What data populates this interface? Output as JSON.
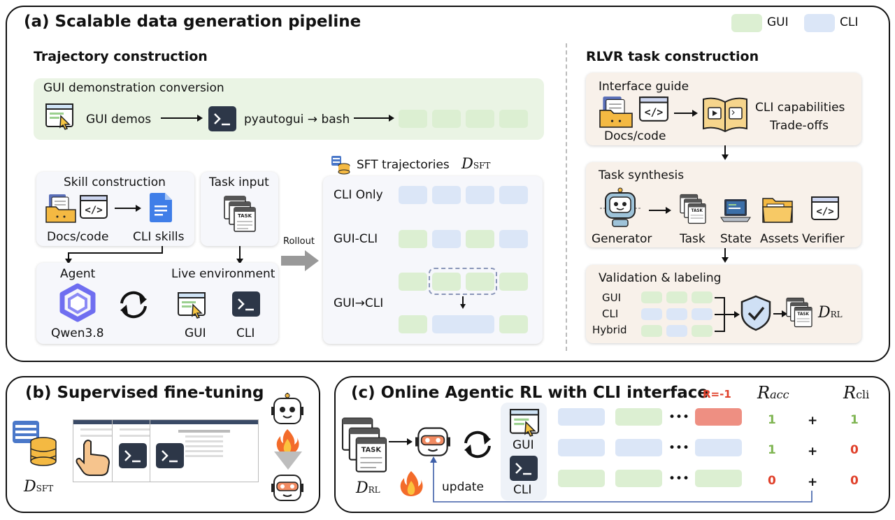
{
  "legend": {
    "gui": "GUI",
    "cli": "CLI",
    "colors": {
      "gui": "#dcefd2",
      "cli": "#dbe6f7",
      "reward_fail": "#ee8f82"
    }
  },
  "panel_a": {
    "title": "(a) Scalable data generation pipeline",
    "trajectory": {
      "heading": "Trajectory construction",
      "conversion": {
        "title": "GUI demonstration conversion",
        "demos": "GUI demos",
        "convert": "pyautogui → bash"
      },
      "skill": {
        "title": "Skill construction",
        "docs": "Docs/code",
        "skills": "CLI skills"
      },
      "task_input": {
        "title": "Task input"
      },
      "agent": {
        "title": "Agent",
        "model": "Qwen3.8"
      },
      "live_env": {
        "title": "Live environment",
        "gui": "GUI",
        "cli": "CLI"
      },
      "rollout": "Rollout",
      "sft": {
        "title": "SFT trajectories",
        "symbol": "D",
        "sub": "SFT",
        "rows": [
          "CLI Only",
          "GUI-CLI",
          "GUI→CLI"
        ]
      }
    },
    "rlvr": {
      "heading": "RLVR task construction",
      "interface": {
        "title": "Interface guide",
        "docs": "Docs/code",
        "cap1": "CLI capabilities",
        "cap2": "Trade-offs"
      },
      "synthesis": {
        "title": "Task synthesis",
        "items": [
          "Generator",
          "Task",
          "State",
          "Assets",
          "Verifier"
        ]
      },
      "validation": {
        "title": "Validation & labeling",
        "rows": [
          "GUI",
          "CLI",
          "Hybrid"
        ],
        "symbol": "D",
        "sub": "RL"
      }
    }
  },
  "panel_b": {
    "title": "(b) Supervised fine-tuning",
    "symbol": "D",
    "sub": "SFT"
  },
  "panel_c": {
    "title": "(c) Online Agentic RL with CLI interface",
    "reward_label": "R=-1",
    "racc": {
      "symbol": "R",
      "sub": "acc"
    },
    "rcli": {
      "symbol": "R",
      "sub": "cli"
    },
    "update": "update",
    "gui": "GUI",
    "cli": "CLI",
    "drl": {
      "symbol": "D",
      "sub": "RL"
    },
    "ellipsis": "•••",
    "plus": "+",
    "rewards": [
      [
        "1",
        "1"
      ],
      [
        "1",
        "0"
      ],
      [
        "0",
        "0"
      ]
    ]
  }
}
